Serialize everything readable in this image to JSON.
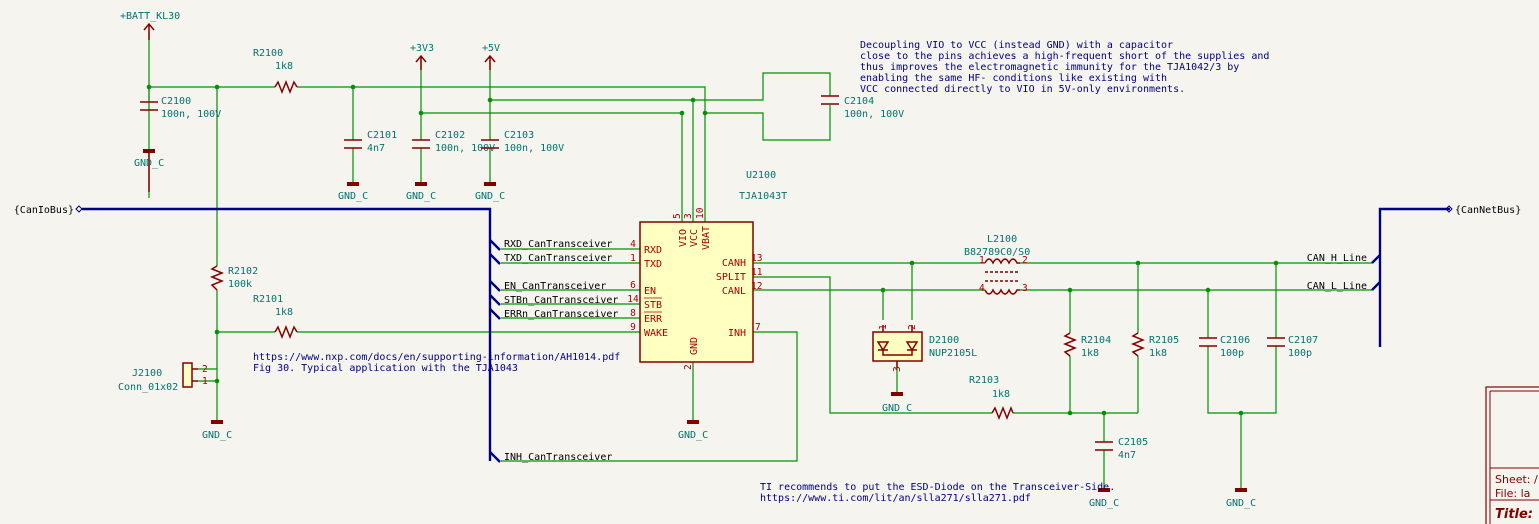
{
  "power": {
    "batt": "+BATT_KL30",
    "v33": "+3V3",
    "v5": "+5V",
    "gnd": "GND_C"
  },
  "components": {
    "R2100": {
      "ref": "R2100",
      "value": "1k8"
    },
    "R2101": {
      "ref": "R2101",
      "value": "1k8"
    },
    "R2102": {
      "ref": "R2102",
      "value": "100k"
    },
    "R2103": {
      "ref": "R2103",
      "value": "1k8"
    },
    "R2104": {
      "ref": "R2104",
      "value": "1k8"
    },
    "R2105": {
      "ref": "R2105",
      "value": "1k8"
    },
    "C2100": {
      "ref": "C2100",
      "value": "100n, 100V"
    },
    "C2101": {
      "ref": "C2101",
      "value": "4n7"
    },
    "C2102": {
      "ref": "C2102",
      "value": "100n, 100V"
    },
    "C2103": {
      "ref": "C2103",
      "value": "100n, 100V"
    },
    "C2104": {
      "ref": "C2104",
      "value": "100n, 100V"
    },
    "C2105": {
      "ref": "C2105",
      "value": "4n7"
    },
    "C2106": {
      "ref": "C2106",
      "value": "100p"
    },
    "C2107": {
      "ref": "C2107",
      "value": "100p"
    },
    "J2100": {
      "ref": "J2100",
      "value": "Conn_01x02"
    },
    "U2100": {
      "ref": "U2100",
      "value": "TJA1043T"
    },
    "L2100": {
      "ref": "L2100",
      "value": "B82789C0/S0"
    },
    "D2100": {
      "ref": "D2100",
      "value": "NUP2105L"
    }
  },
  "ic_pins": {
    "left": [
      {
        "name": "RXD",
        "num": "4"
      },
      {
        "name": "TXD",
        "num": "1"
      },
      {
        "name": "EN",
        "num": "6"
      },
      {
        "name": "STB",
        "num": "14"
      },
      {
        "name": "ERR",
        "num": "8"
      },
      {
        "name": "WAKE",
        "num": "9"
      }
    ],
    "top": [
      {
        "name": "VIO",
        "num": "5"
      },
      {
        "name": "VCC",
        "num": "3"
      },
      {
        "name": "VBAT",
        "num": "10"
      }
    ],
    "right": [
      {
        "name": "CANH",
        "num": "13"
      },
      {
        "name": "SPLIT",
        "num": "11"
      },
      {
        "name": "CANL",
        "num": "12"
      },
      {
        "name": "INH",
        "num": "7"
      }
    ],
    "bottom": [
      {
        "name": "GND",
        "num": "2"
      }
    ]
  },
  "misc_pins": {
    "j_pin2": "2",
    "j_pin1": "1",
    "l_pin1": "1",
    "l_pin2": "2",
    "l_pin3": "3",
    "l_pin4": "4",
    "d_pin1": "1",
    "d_pin2": "2",
    "d_pin3": "3"
  },
  "nets": {
    "rxd": "RXD_CanTransceiver",
    "txd": "TXD_CanTransceiver",
    "en": "EN_CanTransceiver",
    "stb": "STBn_CanTransceiver",
    "err": "ERRn_CanTransceiver",
    "inh": "INH_CanTransceiver",
    "canh": "CAN_H_Line",
    "canl": "CAN_L_Line"
  },
  "buses": {
    "left": "{CanIoBus}",
    "right": "{CanNetBus}"
  },
  "notes": {
    "decoupling": [
      "Decoupling VIO to VCC (instead GND) with a capacitor",
      "close to the pins achieves a high-frequent short of the supplies and",
      "thus improves the electromagnetic immunity for the TJA1042/3 by",
      "enabling the same HF- conditions like existing with",
      "VCC connected directly to VIO in 5V-only environments."
    ],
    "nxp": [
      "https://www.nxp.com/docs/en/supporting-information/AH1014.pdf",
      "Fig 30. Typical application with the TJA1043"
    ],
    "ti": [
      "TI recommends to put the ESD-Diode on the Transceiver-Side.",
      "https://www.ti.com/lit/an/slla271/slla271.pdf"
    ]
  },
  "title_block": {
    "sheet": "Sheet: /",
    "file": "File: la",
    "title": "Title:"
  },
  "colors": {
    "background": "#f5f4ef",
    "wire": "#009100",
    "bus": "#000084",
    "component": "#840000",
    "label": "#00736e"
  }
}
